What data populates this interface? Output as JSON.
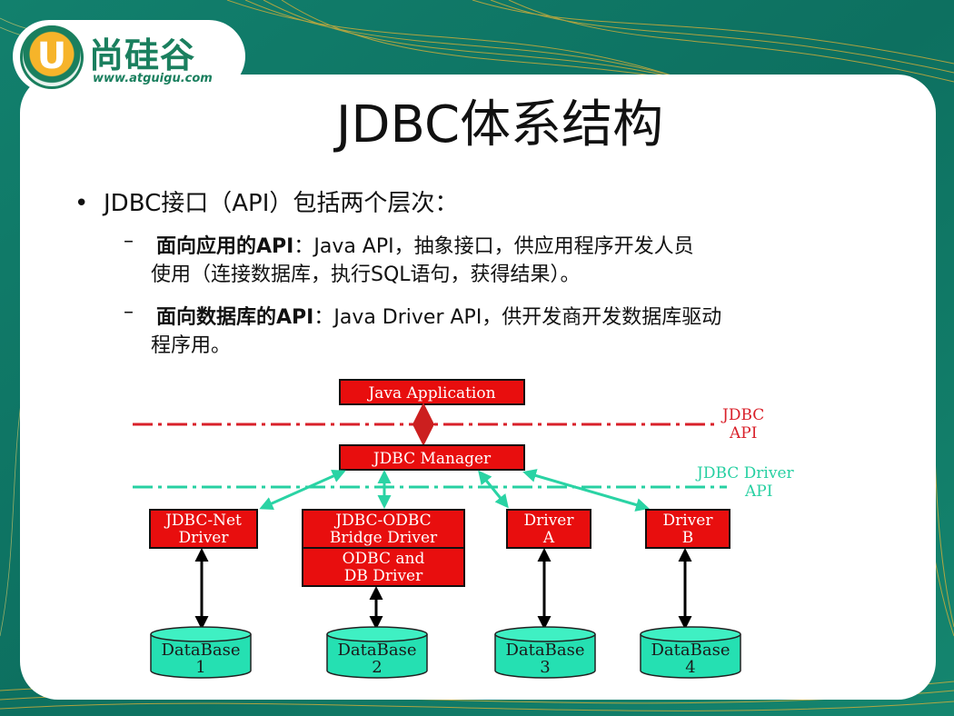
{
  "logo": {
    "letter": "U",
    "name": "尚硅谷",
    "url": "www.atguigu.com"
  },
  "slide": {
    "title": "JDBC体系结构",
    "bullet": {
      "marker": "•",
      "text": "JDBC接口（API）包括两个层次："
    },
    "sub1": {
      "dash": "–",
      "bold": "面向应用的API",
      "text_line1": "：Java API，抽象接口，供应用程序开发人员",
      "text_line2": "使用（连接数据库，执行SQL语句，获得结果）。"
    },
    "sub2": {
      "dash": "–",
      "bold": "面向数据库的API",
      "text_line1": "：Java Driver API，供开发商开发数据库驱动",
      "text_line2": "程序用。"
    }
  },
  "diagram": {
    "java_application": "Java Application",
    "jdbc_api_label": [
      "JDBC",
      "API"
    ],
    "jdbc_manager": "JDBC Manager",
    "jdbc_driver_api_label": [
      "JDBC Driver",
      "API"
    ],
    "drivers": [
      {
        "lines": [
          "JDBC-Net",
          "Driver"
        ]
      },
      {
        "lines": [
          "JDBC-ODBC",
          "Bridge Driver"
        ],
        "sub_lines": [
          "ODBC and",
          "DB  Driver"
        ]
      },
      {
        "lines": [
          "Driver",
          "A"
        ]
      },
      {
        "lines": [
          "Driver",
          "B"
        ]
      }
    ],
    "databases": [
      {
        "lines": [
          "DataBase",
          "1"
        ]
      },
      {
        "lines": [
          "DataBase",
          "2"
        ]
      },
      {
        "lines": [
          "DataBase",
          "3"
        ]
      },
      {
        "lines": [
          "DataBase",
          "4"
        ]
      }
    ],
    "colors": {
      "box_fill": "#e80e0e",
      "box_border": "#111111",
      "jdbc_api_line": "#d9202a",
      "driver_api_line": "#27d0a2",
      "arrow_green": "#2ad3a4",
      "arrow_red": "#cc1f1f",
      "db_fill": "#25e0b2"
    }
  }
}
